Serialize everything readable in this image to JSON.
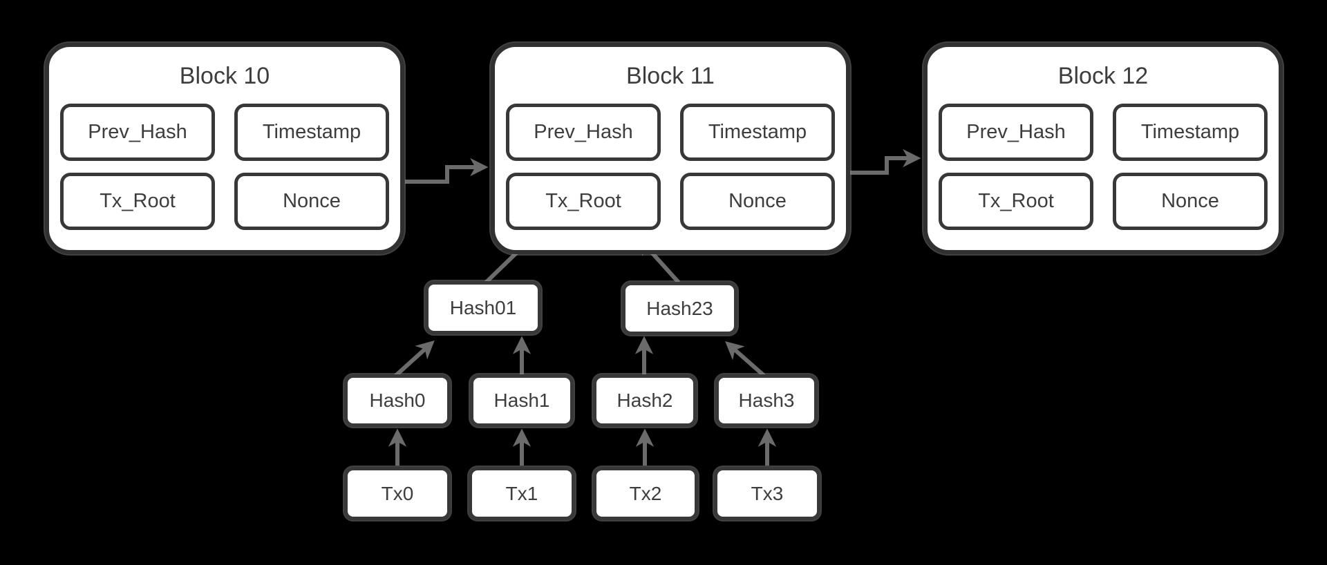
{
  "diagram": {
    "background_color": "#000000",
    "box_fill_color": "#ffffff",
    "box_border_color": "#353535",
    "text_color": "#3d3d3d",
    "arrow_color": "#6b6b6b",
    "blocks": [
      {
        "title": "Block 10",
        "fields": [
          "Prev_Hash",
          "Timestamp",
          "Tx_Root",
          "Nonce"
        ]
      },
      {
        "title": "Block 11",
        "fields": [
          "Prev_Hash",
          "Timestamp",
          "Tx_Root",
          "Nonce"
        ]
      },
      {
        "title": "Block 12",
        "fields": [
          "Prev_Hash",
          "Timestamp",
          "Tx_Root",
          "Nonce"
        ]
      }
    ],
    "chain_links": [
      {
        "from": "Block 10",
        "to": "Block 11"
      },
      {
        "from": "Block 11",
        "to": "Block 12"
      }
    ],
    "merkle_tree": {
      "root_target": "Tx_Root",
      "level1": [
        "Hash01",
        "Hash23"
      ],
      "level2": [
        "Hash0",
        "Hash1",
        "Hash2",
        "Hash3"
      ],
      "transactions": [
        "Tx0",
        "Tx1",
        "Tx2",
        "Tx3"
      ]
    }
  }
}
